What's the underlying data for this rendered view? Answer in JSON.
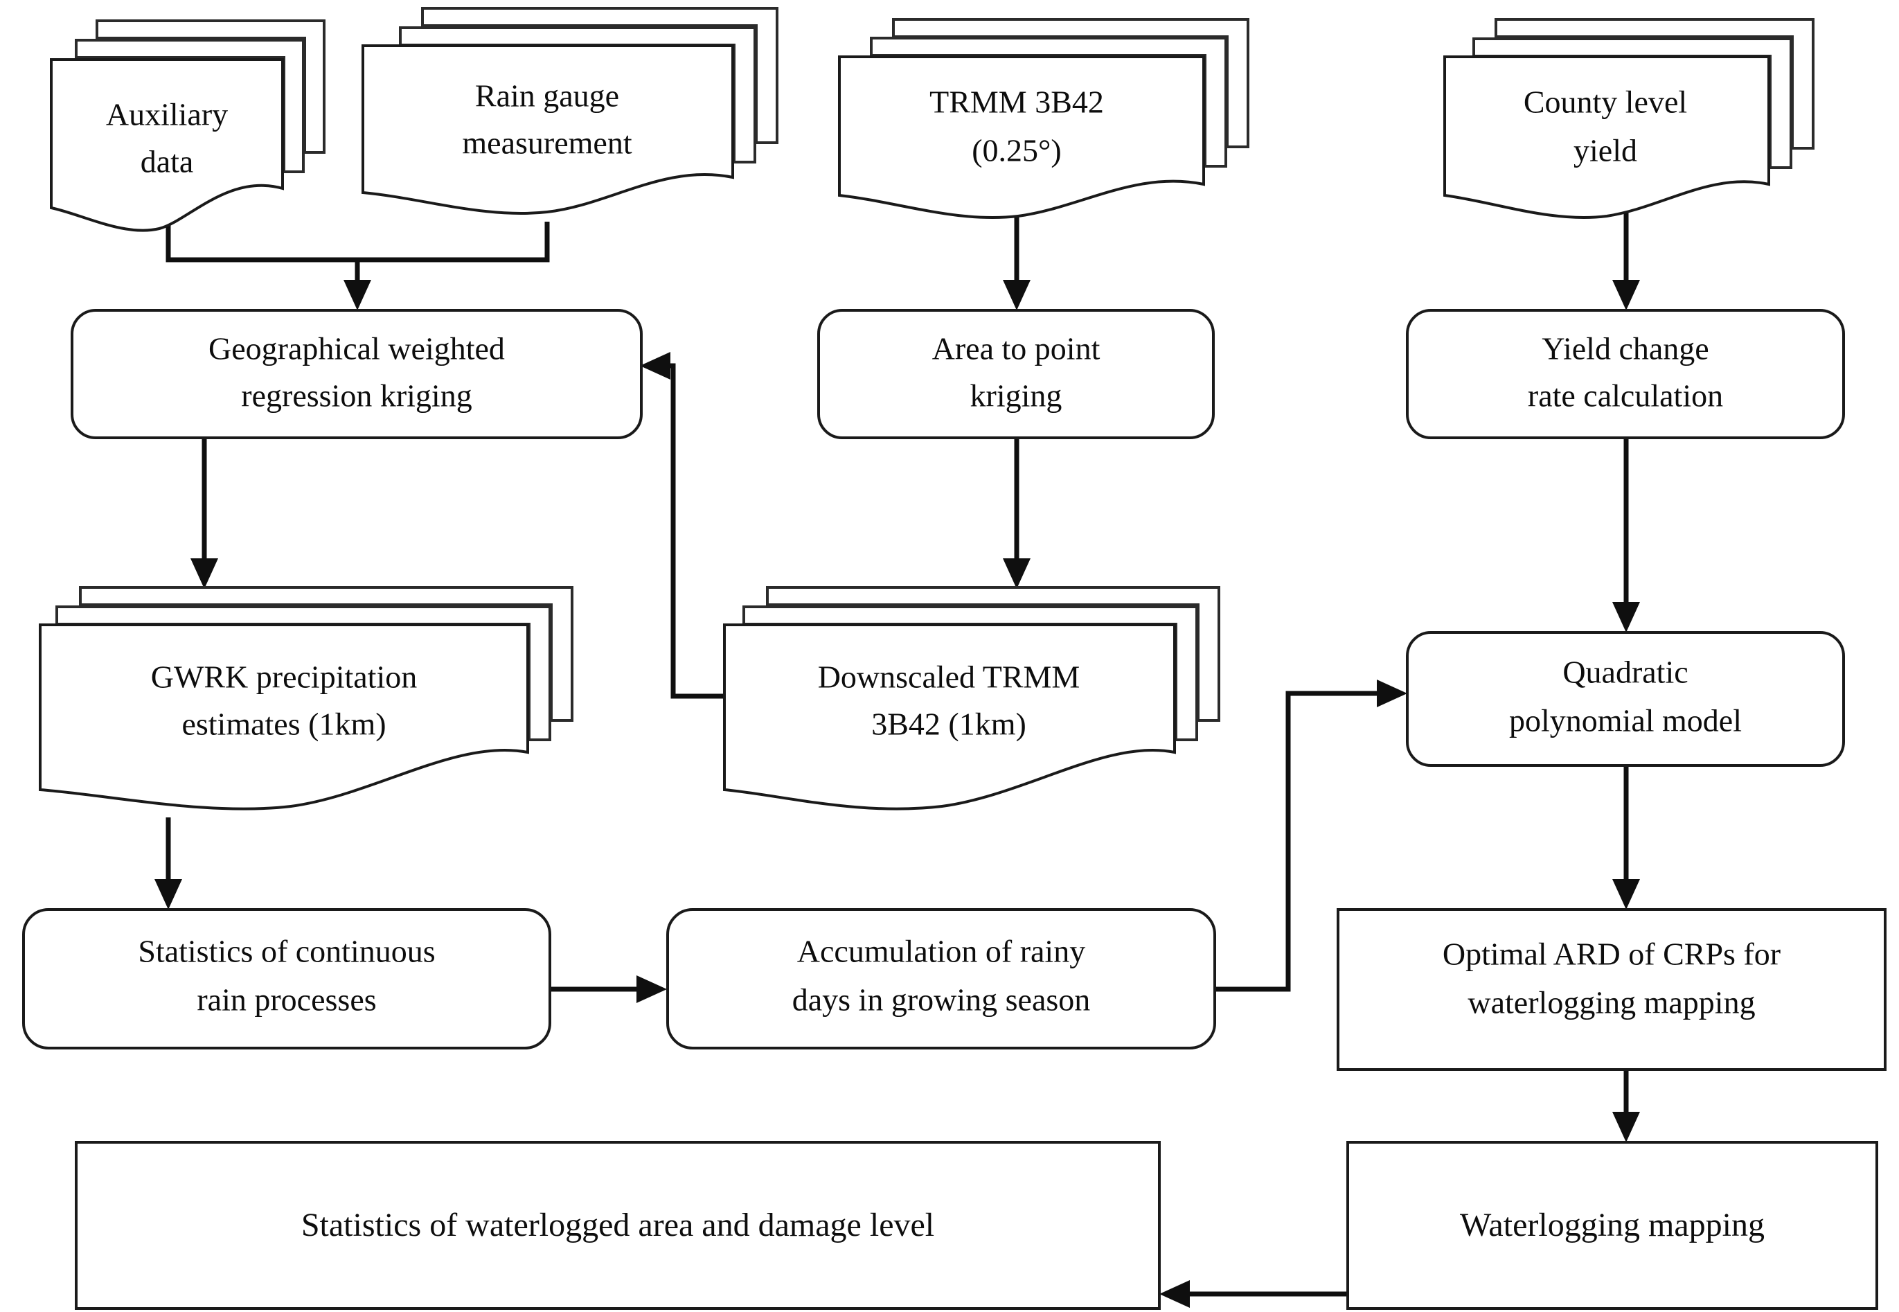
{
  "diagram": {
    "title": "Waterlogging mapping methodology flowchart",
    "type": "flowchart",
    "background_color": "#ffffff",
    "line_color": "#0f0f0f",
    "text_color": "#0d0d0d",
    "nodes": [
      {
        "id": "auxiliary-data",
        "shape": "multi-document",
        "lines": [
          "Auxiliary",
          "data"
        ]
      },
      {
        "id": "rain-gauge-measurement",
        "shape": "multi-document",
        "lines": [
          "Rain gauge",
          "measurement"
        ]
      },
      {
        "id": "trmm-3b42",
        "shape": "multi-document",
        "lines": [
          "TRMM 3B42",
          "(0.25°)"
        ]
      },
      {
        "id": "county-level-yield",
        "shape": "multi-document",
        "lines": [
          "County level",
          "yield"
        ]
      },
      {
        "id": "gwrk",
        "shape": "rounded-rectangle",
        "lines": [
          "Geographical weighted",
          "regression kriging"
        ]
      },
      {
        "id": "area-to-point-kriging",
        "shape": "rounded-rectangle",
        "lines": [
          "Area to point",
          "kriging"
        ]
      },
      {
        "id": "yield-change-rate",
        "shape": "rounded-rectangle",
        "lines": [
          "Yield change",
          "rate calculation"
        ]
      },
      {
        "id": "gwrk-precipitation-estimates",
        "shape": "multi-document",
        "lines": [
          "GWRK precipitation",
          "estimates (1km)"
        ]
      },
      {
        "id": "downscaled-trmm",
        "shape": "multi-document",
        "lines": [
          "Downscaled TRMM",
          "3B42 (1km)"
        ]
      },
      {
        "id": "quadratic-polynomial-model",
        "shape": "rounded-rectangle",
        "lines": [
          "Quadratic",
          "polynomial model"
        ]
      },
      {
        "id": "statistics-continuous-rain",
        "shape": "rounded-rectangle",
        "lines": [
          "Statistics of continuous",
          "rain processes"
        ]
      },
      {
        "id": "accumulation-rainy-days",
        "shape": "rounded-rectangle",
        "lines": [
          "Accumulation of rainy",
          "days in growing season"
        ]
      },
      {
        "id": "optimal-ard-crps",
        "shape": "rectangle",
        "lines": [
          "Optimal ARD of CRPs for",
          "waterlogging mapping"
        ]
      },
      {
        "id": "statistics-waterlogged-area",
        "shape": "rectangle",
        "lines": [
          "Statistics of waterlogged  area and damage level"
        ]
      },
      {
        "id": "waterlogging-mapping",
        "shape": "rectangle",
        "lines": [
          "Waterlogging mapping"
        ]
      }
    ],
    "edges": [
      {
        "id": "edge-aux-rain-to-gwrk",
        "from": "auxiliary-data,rain-gauge-measurement",
        "to": "gwrk",
        "style": "merge-then-down-arrow"
      },
      {
        "id": "edge-trmm-to-atpk",
        "from": "trmm-3b42",
        "to": "area-to-point-kriging",
        "style": "down-arrow"
      },
      {
        "id": "edge-yield-to-ycr",
        "from": "county-level-yield",
        "to": "yield-change-rate",
        "style": "down-arrow"
      },
      {
        "id": "edge-gwrk-to-estimates",
        "from": "gwrk",
        "to": "gwrk-precipitation-estimates",
        "style": "down-arrow"
      },
      {
        "id": "edge-atpk-to-downscaled",
        "from": "area-to-point-kriging",
        "to": "downscaled-trmm",
        "style": "down-arrow"
      },
      {
        "id": "edge-ycr-to-qpm",
        "from": "yield-change-rate",
        "to": "quadratic-polynomial-model",
        "style": "down-arrow"
      },
      {
        "id": "edge-downscaled-to-gwrk",
        "from": "downscaled-trmm",
        "to": "gwrk",
        "style": "left-up-right-arrow"
      },
      {
        "id": "edge-estimates-to-stats",
        "from": "gwrk-precipitation-estimates",
        "to": "statistics-continuous-rain",
        "style": "down-arrow"
      },
      {
        "id": "edge-stats-to-accumulation",
        "from": "statistics-continuous-rain",
        "to": "accumulation-rainy-days",
        "style": "right-arrow"
      },
      {
        "id": "edge-accumulation-to-qpm",
        "from": "accumulation-rainy-days",
        "to": "quadratic-polynomial-model",
        "style": "right-up-right-arrow"
      },
      {
        "id": "edge-qpm-to-ard",
        "from": "quadratic-polynomial-model",
        "to": "optimal-ard-crps",
        "style": "down-arrow"
      },
      {
        "id": "edge-ard-to-mapping",
        "from": "optimal-ard-crps",
        "to": "waterlogging-mapping",
        "style": "down-arrow"
      },
      {
        "id": "edge-mapping-to-statistics",
        "from": "waterlogging-mapping",
        "to": "statistics-waterlogged-area",
        "style": "left-arrow"
      }
    ]
  }
}
